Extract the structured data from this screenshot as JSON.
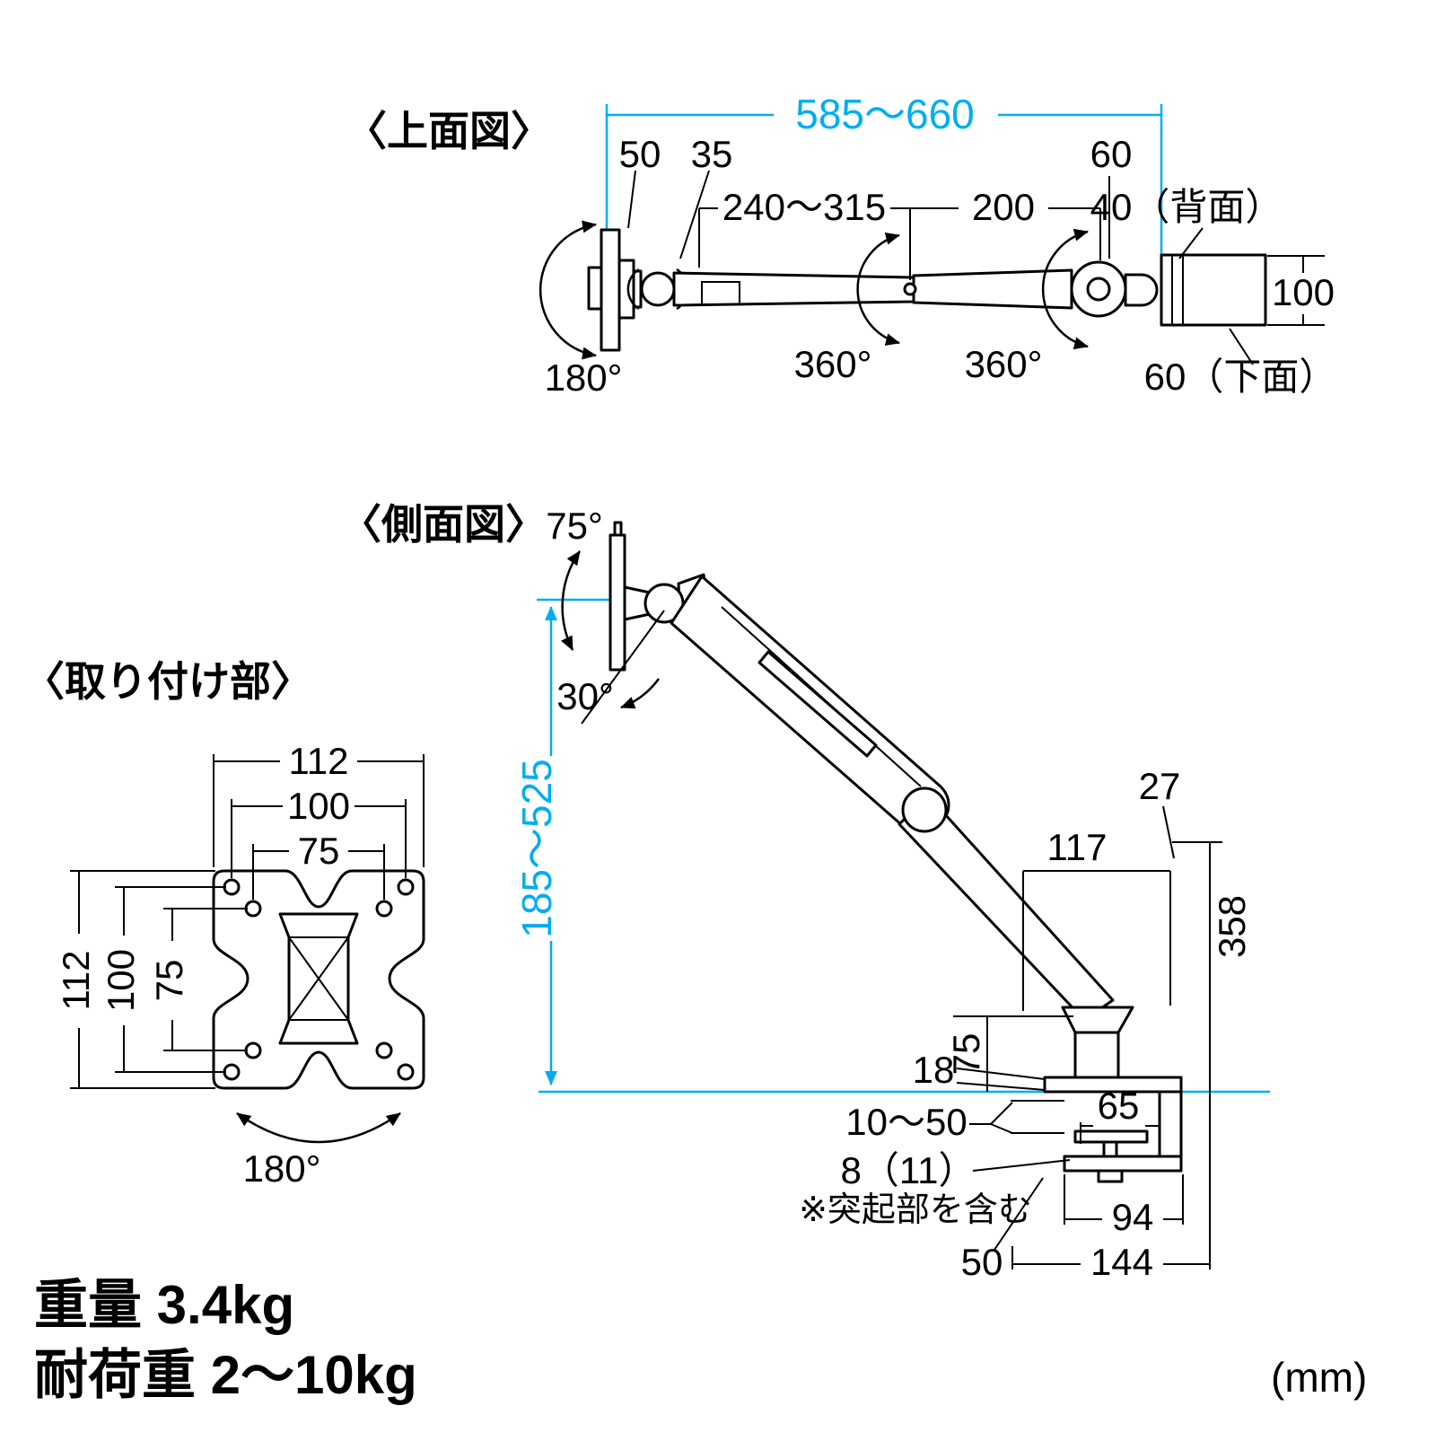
{
  "colors": {
    "accent": "#00AEEF",
    "ink": "#000000",
    "background": "#FFFFFF"
  },
  "top_view": {
    "title": "〈上面図〉",
    "reach_range": "585〜660",
    "dims": {
      "d50": "50",
      "d35": "35",
      "d240_315": "240〜315",
      "d200": "200",
      "d60_top": "60",
      "d40_back": "40（背面）",
      "d100": "100",
      "d60_bottom": "60（下面）",
      "rot180": "180°",
      "rot360_a": "360°",
      "rot360_b": "360°"
    }
  },
  "side_view": {
    "title": "〈側面図〉",
    "dims": {
      "tilt75": "75°",
      "tilt30": "30°",
      "height_range": "185〜525",
      "d27": "27",
      "d117": "117",
      "d358": "358",
      "d75": "75",
      "d18": "18",
      "d10_50": "10〜50",
      "d65": "65",
      "d8_11": "8（11）",
      "note": "※突起部を含む",
      "d94": "94",
      "d50": "50",
      "d144": "144"
    }
  },
  "mount_view": {
    "title": "〈取り付け部〉",
    "dims": {
      "w112": "112",
      "w100": "100",
      "w75": "75",
      "h112": "112",
      "h100": "100",
      "h75": "75",
      "rot180": "180°"
    }
  },
  "footer": {
    "weight": "重量 3.4kg",
    "load_capacity": "耐荷重 2〜10kg",
    "unit": "(mm)"
  }
}
